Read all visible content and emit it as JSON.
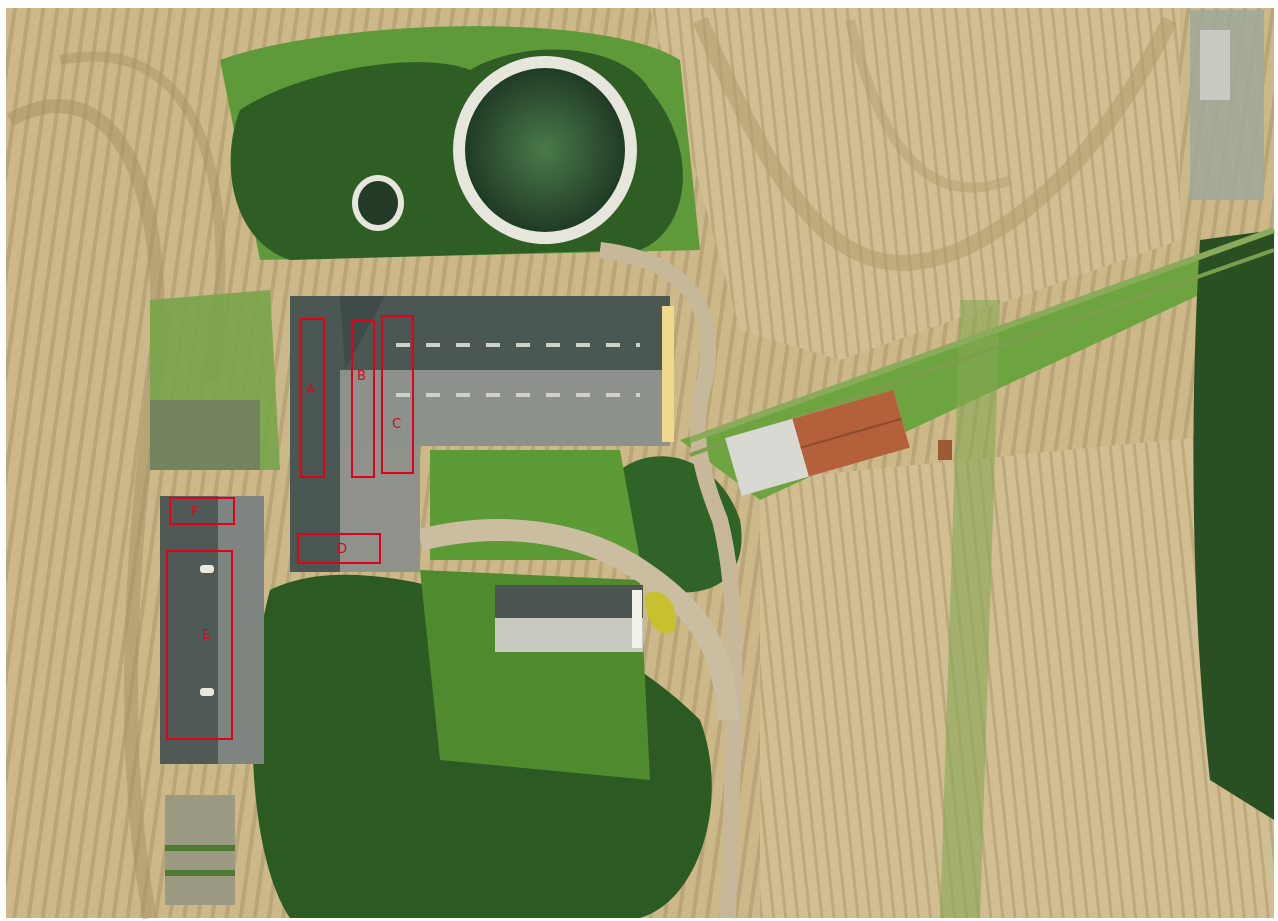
{
  "image": {
    "kind": "aerial-photo",
    "description_items": [
      "farm-buildings",
      "fields",
      "trees",
      "round-reservoir",
      "road"
    ]
  },
  "annotations": [
    {
      "label": "A"
    },
    {
      "label": "B"
    },
    {
      "label": "C"
    },
    {
      "label": "D"
    },
    {
      "label": "E"
    },
    {
      "label": "F"
    }
  ],
  "colors": {
    "box": "#e3001b",
    "field": "#cdb88a",
    "field_dark": "#b29e6d",
    "grass": "#5f9a3a",
    "tree": "#2f5e25",
    "roof_dark": "#4a5652",
    "roof_light": "#8c918b",
    "rust": "#b4603b"
  }
}
